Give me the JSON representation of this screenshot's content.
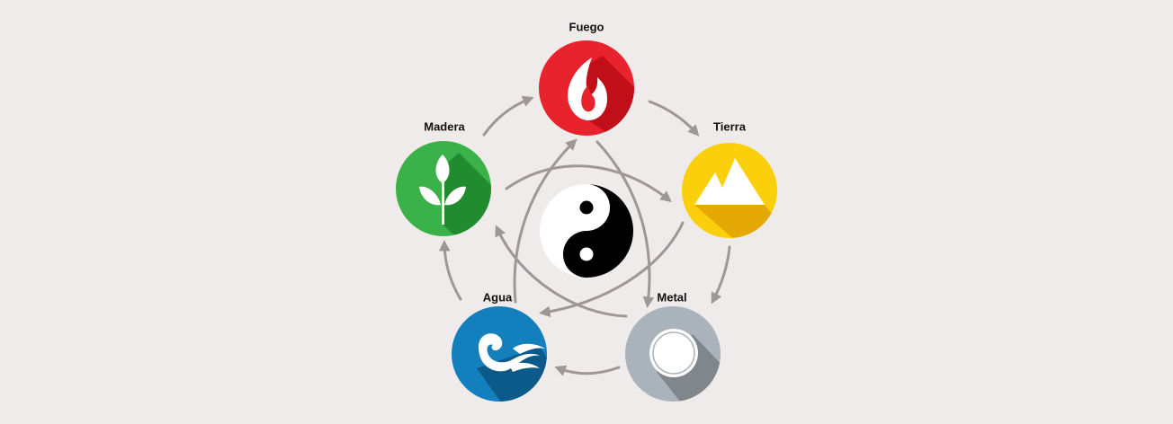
{
  "diagram": {
    "background": "#efebea",
    "arrow_color": "#9d9897",
    "center_symbol": "yin-yang",
    "elements": [
      {
        "key": "fuego",
        "label": "Fuego",
        "icon": "flame-icon",
        "color": "#e8232d",
        "shade": "#c10f19"
      },
      {
        "key": "tierra",
        "label": "Tierra",
        "icon": "mountains-icon",
        "color": "#fccf0d",
        "shade": "#e5a906"
      },
      {
        "key": "metal",
        "label": "Metal",
        "icon": "coin-icon",
        "color": "#aab3bb",
        "shade": "#7f868c"
      },
      {
        "key": "agua",
        "label": "Agua",
        "icon": "wave-icon",
        "color": "#1380bd",
        "shade": "#0b5a89"
      },
      {
        "key": "madera",
        "label": "Madera",
        "icon": "leaf-icon",
        "color": "#3bb14a",
        "shade": "#218c2f"
      }
    ]
  }
}
